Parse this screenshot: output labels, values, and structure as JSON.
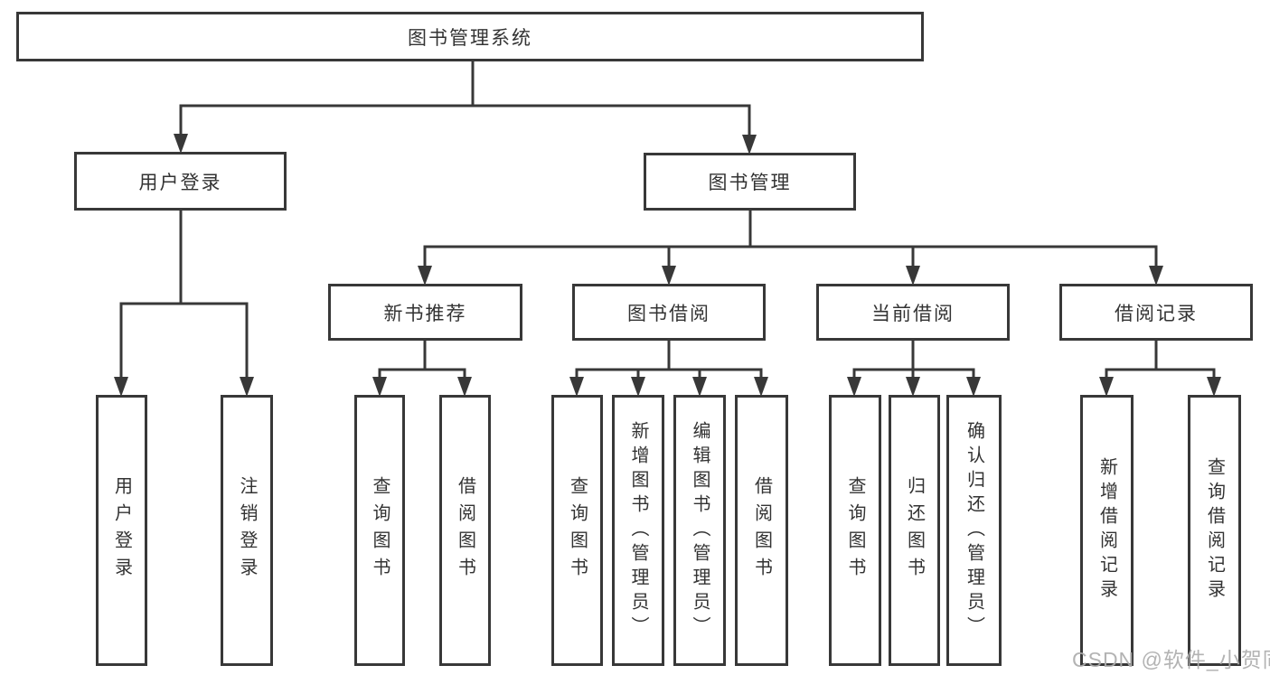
{
  "tree": {
    "root": "图书管理系统",
    "branches": [
      {
        "label": "用户登录",
        "children": [
          "用户登录",
          "注销登录"
        ]
      },
      {
        "label": "图书管理",
        "sections": [
          {
            "label": "新书推荐",
            "children": [
              "查询图书",
              "借阅图书"
            ]
          },
          {
            "label": "图书借阅",
            "children": [
              "查询图书",
              "新增图书（管理员）",
              "编辑图书（管理员）",
              "借阅图书"
            ]
          },
          {
            "label": "当前借阅",
            "children": [
              "查询图书",
              "归还图书",
              "确认归还（管理员）"
            ]
          },
          {
            "label": "借阅记录",
            "children": [
              "新增借阅记录",
              "查询借阅记录"
            ]
          }
        ]
      }
    ]
  },
  "watermark": {
    "text": "CSDN @软件_小贺同学"
  },
  "colors": {
    "line": "#383838",
    "box_border": "#383838",
    "box_fill": "#ffffff",
    "text": "#333333",
    "watermark": "#adadad",
    "background": "#ffffff"
  }
}
